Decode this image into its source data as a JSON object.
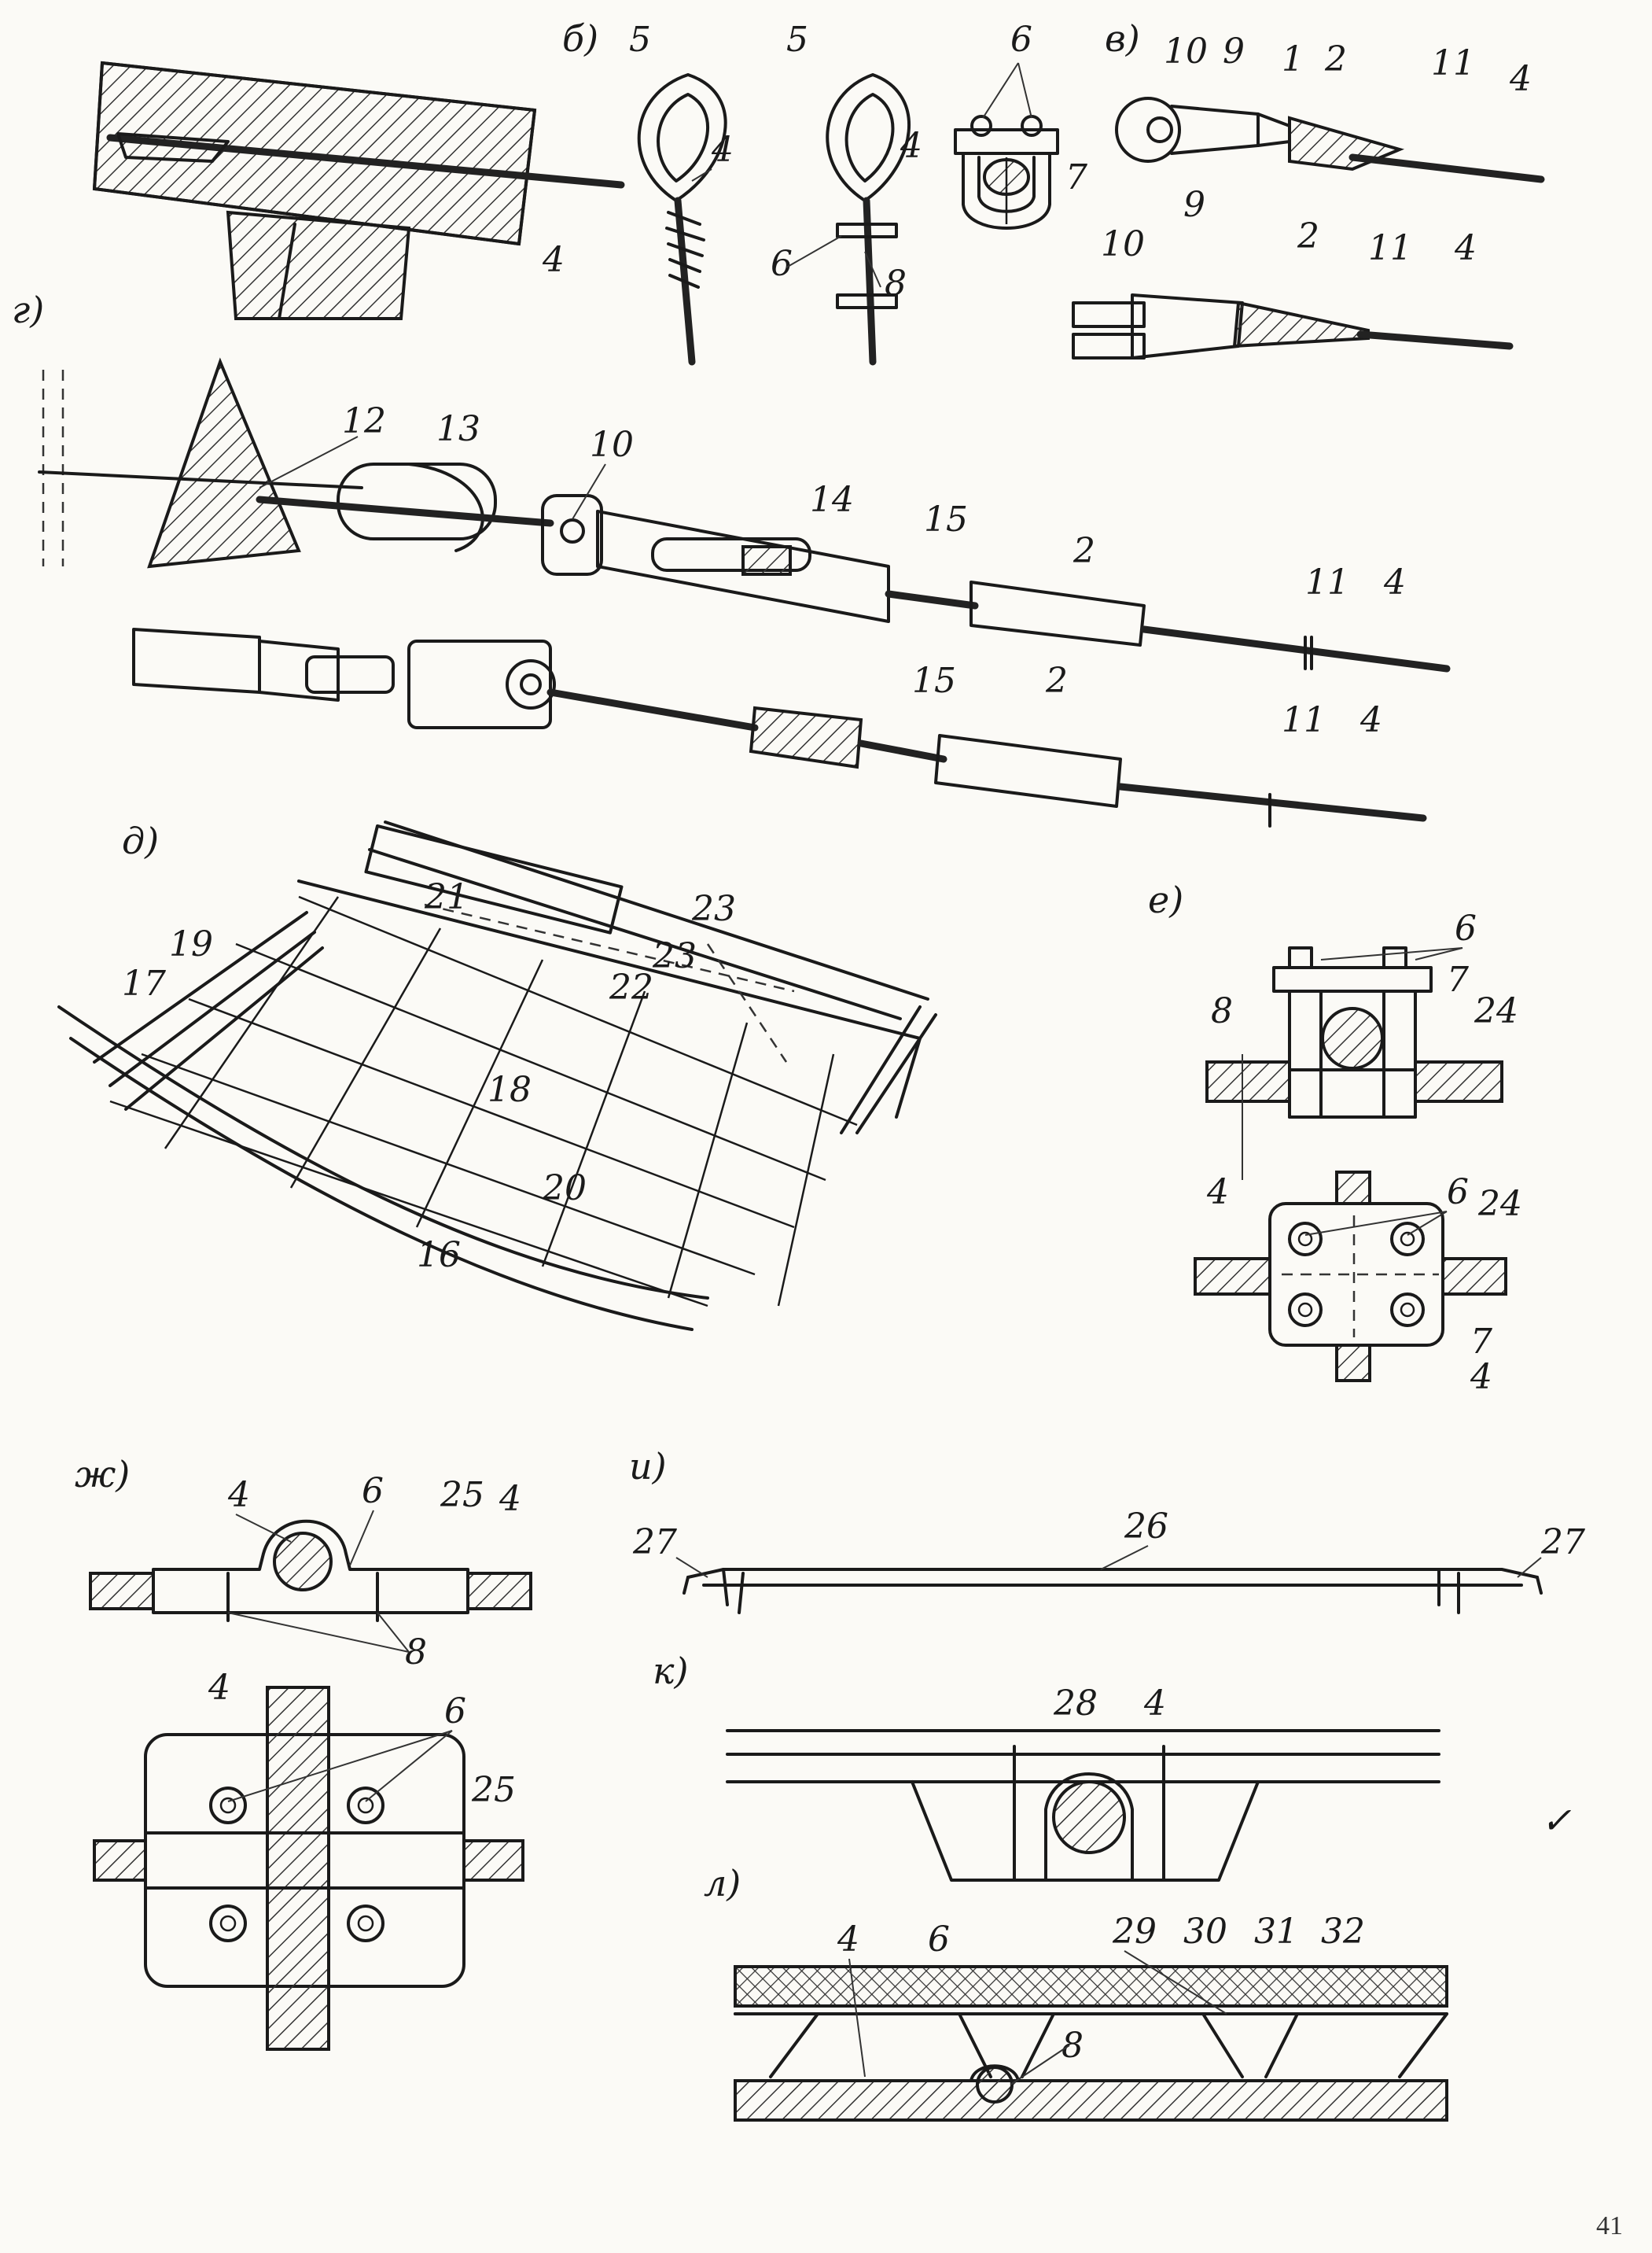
{
  "sections": {
    "b": "б)",
    "v": "в)",
    "g": "г)",
    "d": "д)",
    "e": "е)",
    "zh": "ж)",
    "i": "и)",
    "k": "к)",
    "l": "л)"
  },
  "labels": {
    "n1": "1",
    "n2": "2",
    "n4": "4",
    "n5": "5",
    "n6": "6",
    "n7": "7",
    "n8": "8",
    "n9": "9",
    "n10": "10",
    "n11": "11",
    "n12": "12",
    "n13": "13",
    "n14": "14",
    "n15": "15",
    "n16": "16",
    "n17": "17",
    "n18": "18",
    "n19": "19",
    "n20": "20",
    "n21": "21",
    "n22": "22",
    "n23": "23",
    "n24": "24",
    "n25": "25",
    "n26": "26",
    "n27": "27",
    "n28": "28",
    "n29": "29",
    "n30": "30",
    "n31": "31",
    "n32": "32"
  },
  "page_number": "41",
  "checkmark": "✓"
}
